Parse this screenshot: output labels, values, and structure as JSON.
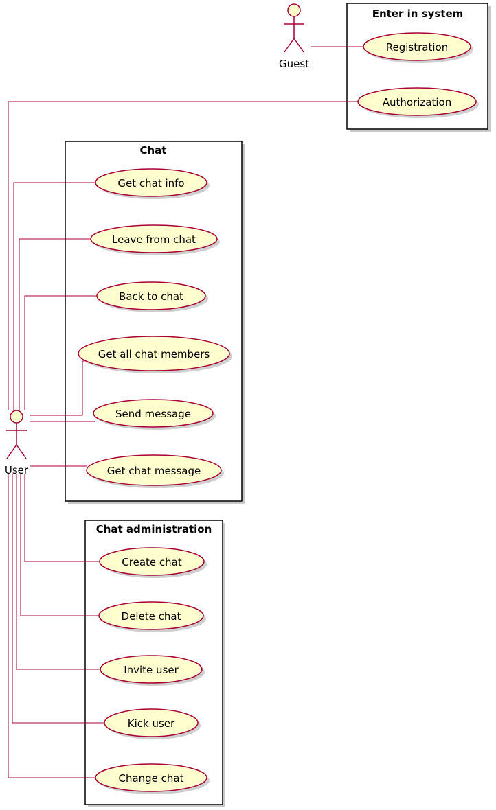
{
  "actors": {
    "guest": "Guest",
    "user": "User"
  },
  "packages": {
    "enter": {
      "title": "Enter in system",
      "use_cases": [
        "Registration",
        "Authorization"
      ]
    },
    "chat": {
      "title": "Chat",
      "use_cases": [
        "Get chat info",
        "Leave from chat",
        "Back to chat",
        "Get all chat members",
        "Send message",
        "Get chat message"
      ]
    },
    "admin": {
      "title": "Chat administration",
      "use_cases": [
        "Create chat",
        "Delete chat",
        "Invite user",
        "Kick user",
        "Change chat"
      ]
    }
  },
  "colors": {
    "use_case_fill": "#FEFECE",
    "line": "#A80036",
    "border": "#000000"
  }
}
